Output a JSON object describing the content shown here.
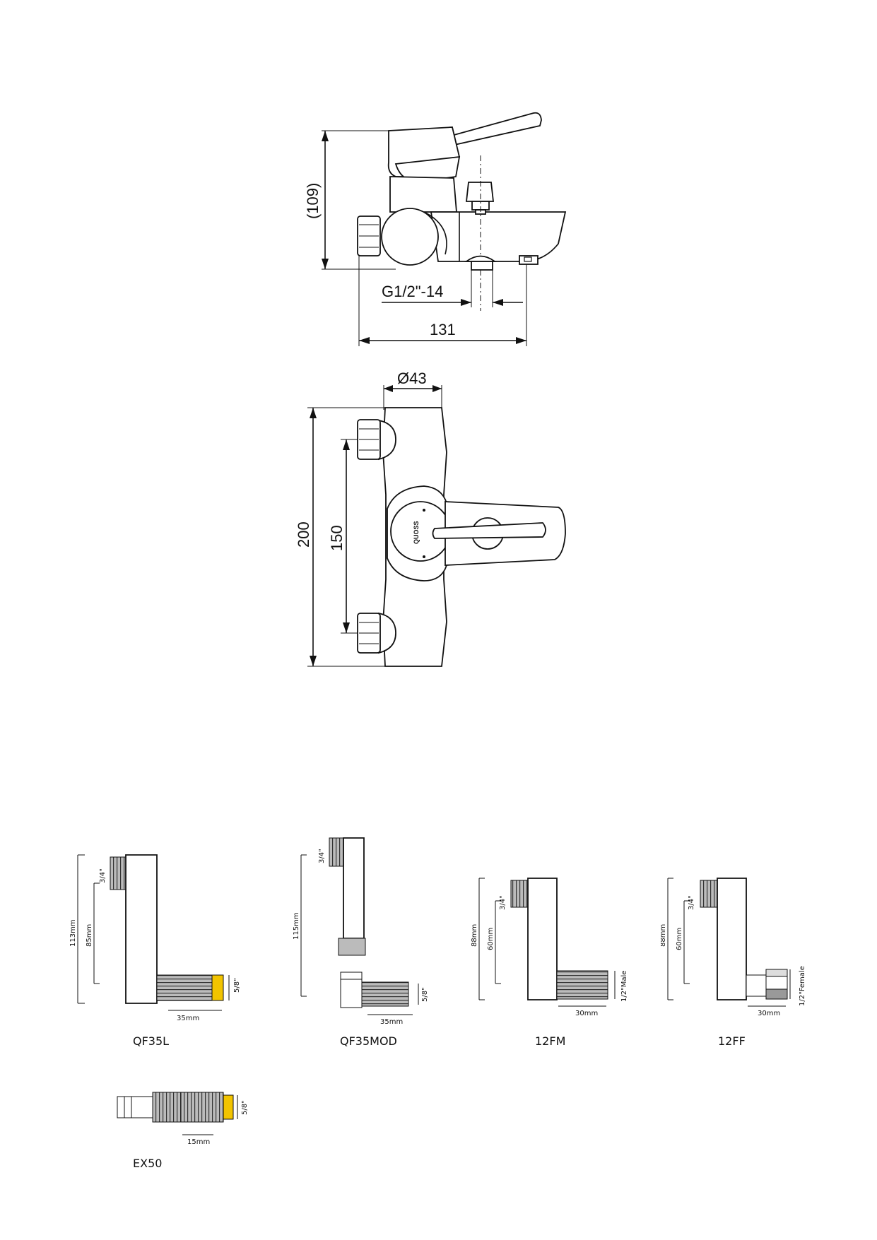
{
  "side_view": {
    "dim_height": "(109)",
    "dim_thread": "G1/2\"-14",
    "dim_length": "131"
  },
  "top_view": {
    "dim_diameter": "Ø43",
    "dim_total": "200",
    "dim_centers": "150",
    "logo_text": "QUOSS"
  },
  "adapters": [
    {
      "code": "QF35L",
      "dims": [
        "113mm",
        "85mm",
        "3/4\"",
        "5/8\"",
        "35mm"
      ]
    },
    {
      "code": "QF35MOD",
      "dims": [
        "115mm",
        "3/4\"",
        "5/8\"",
        "35mm"
      ]
    },
    {
      "code": "12FM",
      "dims": [
        "88mm",
        "60mm",
        "3/4\"",
        "1/2\"Male",
        "30mm"
      ]
    },
    {
      "code": "12FF",
      "dims": [
        "88mm",
        "60mm",
        "3/4\"",
        "1/2\"Female",
        "30mm"
      ]
    },
    {
      "code": "EX50",
      "dims": [
        "5/8\"",
        "15mm"
      ]
    }
  ],
  "colors": {
    "accent_yellow": "#f2c400",
    "thread_dark": "#444444",
    "line": "#111111"
  }
}
